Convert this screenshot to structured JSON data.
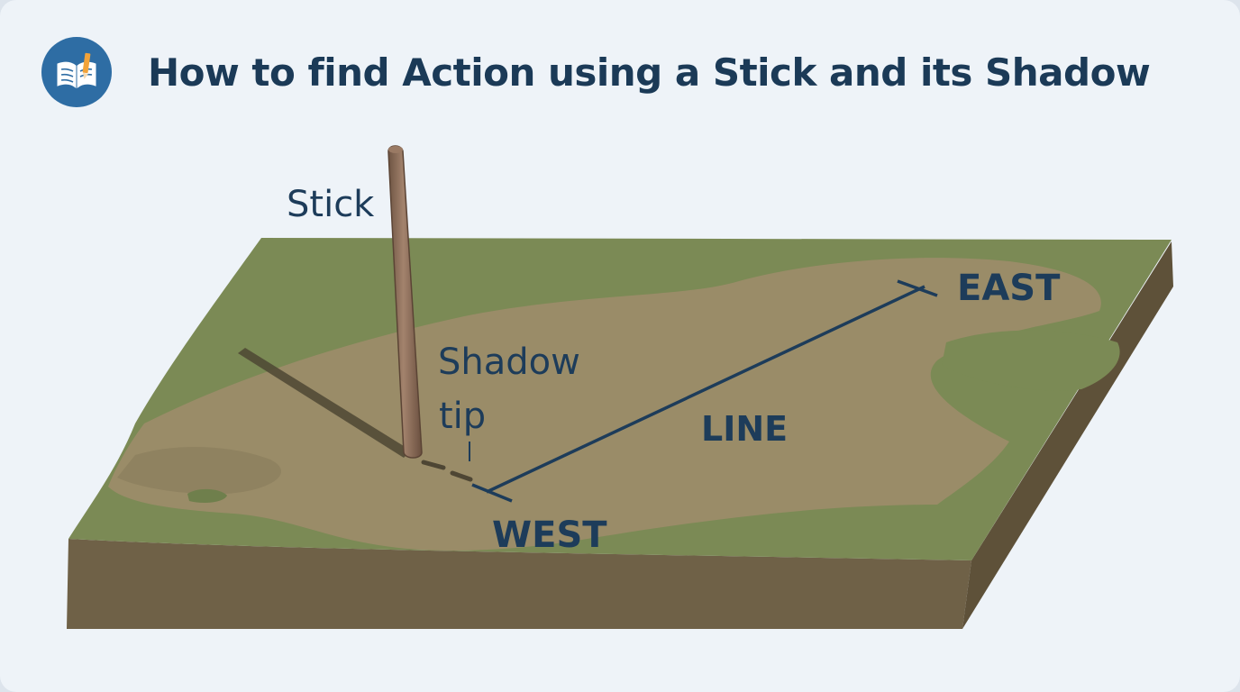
{
  "header": {
    "icon": "book-pencil-icon",
    "title": "How to find Action using a Stick and its Shadow"
  },
  "diagram": {
    "labels": {
      "stick": "Stick",
      "shadow_tip_line1": "Shadow",
      "shadow_tip_line2": "tip",
      "east": "EAST",
      "west": "WEST",
      "line": "LINE"
    }
  },
  "colors": {
    "title": "#1b3a57",
    "label": "#1d3c5a",
    "icon_bg": "#2e6da4",
    "grass": "#7b8a55",
    "dirt": "#9a8c68",
    "soil_side": "#6b5e44",
    "stick": "#8a6a55",
    "line": "#1d3c5a"
  }
}
